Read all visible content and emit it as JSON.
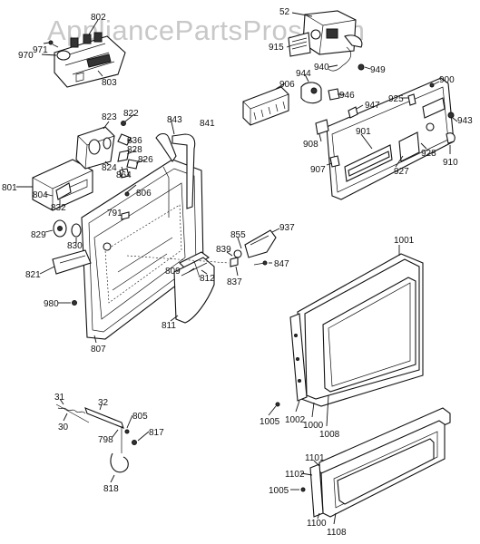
{
  "watermark": "AppliancePartsPros.com",
  "labels": {
    "l52": "52",
    "l802": "802",
    "l971": "971",
    "l970": "970",
    "l803": "803",
    "l915": "915",
    "l940": "940",
    "l949": "949",
    "l944": "944",
    "l906": "906",
    "l946": "946",
    "l900": "900",
    "l925": "925",
    "l947": "947",
    "l943": "943",
    "l908": "908",
    "l901": "901",
    "l928": "928",
    "l910": "910",
    "l907": "907",
    "l927": "927",
    "l843": "843",
    "l841": "841",
    "l823": "823",
    "l822": "822",
    "l836": "836",
    "l828": "828",
    "l826": "826",
    "l824": "824",
    "l864": "864",
    "l801": "801",
    "l804": "804",
    "l832": "832",
    "l806": "806",
    "l791": "791",
    "l829": "829",
    "l830": "830",
    "l855": "855",
    "l937": "937",
    "l839": "839",
    "l847": "847",
    "l1001": "1001",
    "l837": "837",
    "l809": "809",
    "l812": "812",
    "l821": "821",
    "l980": "980",
    "l811": "811",
    "l807": "807",
    "l31": "31",
    "l32": "32",
    "l805": "805",
    "l30": "30",
    "l798": "798",
    "l817": "817",
    "l818": "818",
    "l1005a": "1005",
    "l1002": "1002",
    "l1000": "1000",
    "l1008": "1008",
    "l1101": "1101",
    "l1102": "1102",
    "l1005b": "1005",
    "l1100": "1100",
    "l1108": "1108"
  }
}
